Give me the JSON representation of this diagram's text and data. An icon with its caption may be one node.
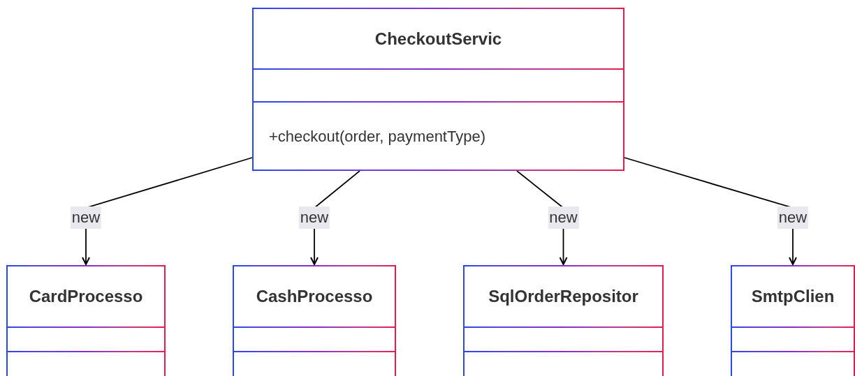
{
  "diagram": {
    "nodes": [
      {
        "text": [
          "CheckoutServic",
          "+checkout(order, paymentType)"
        ]
      },
      {
        "text": [
          "CardProcesso"
        ]
      },
      {
        "text": [
          "CashProcesso"
        ]
      },
      {
        "text": [
          "SqlOrderRepositor"
        ]
      },
      {
        "text": [
          "SmtpClien"
        ]
      }
    ],
    "edges": [
      {
        "from": 0,
        "to": 1,
        "arrow": "to",
        "label": "new"
      },
      {
        "from": 0,
        "to": 2,
        "arrow": "to",
        "label": "new"
      },
      {
        "from": 0,
        "to": 3,
        "arrow": "to",
        "label": "new"
      },
      {
        "from": 0,
        "to": 4,
        "arrow": "to",
        "label": "new"
      }
    ]
  }
}
